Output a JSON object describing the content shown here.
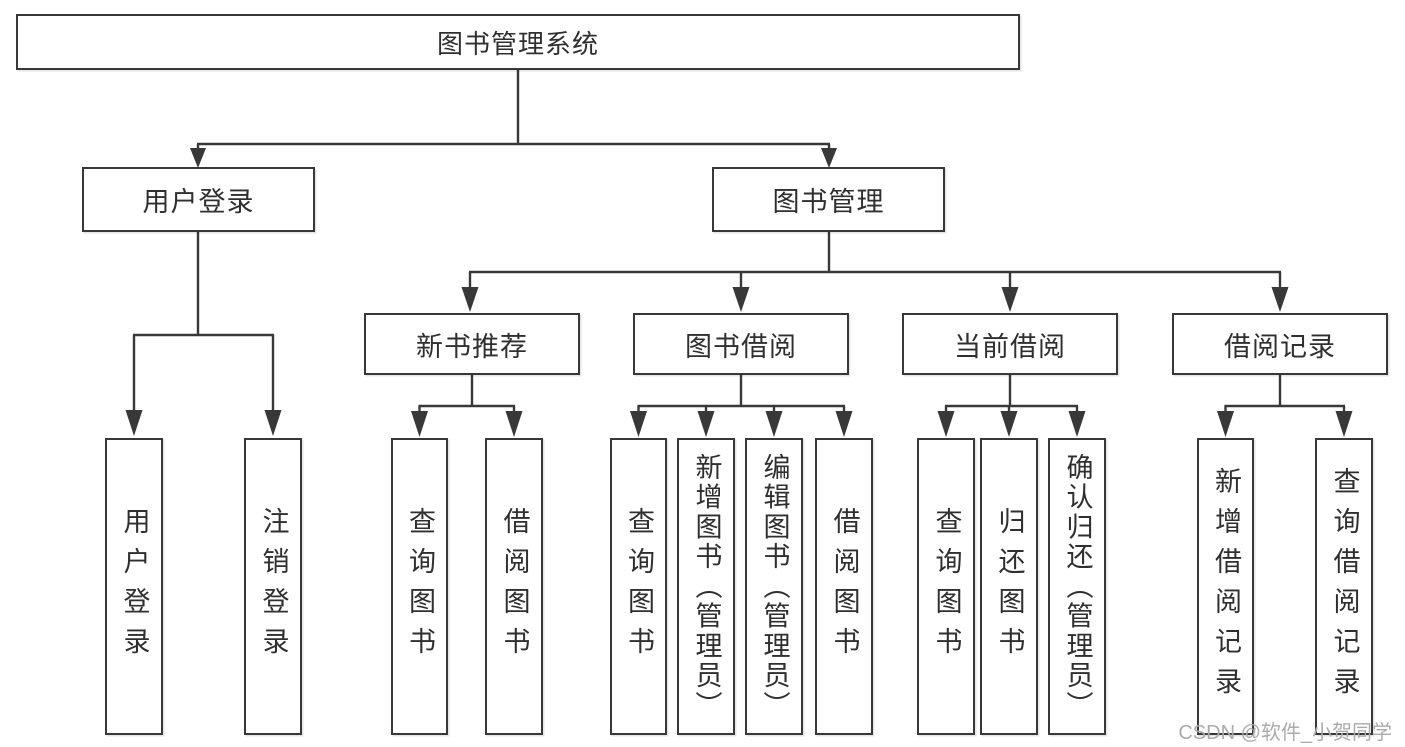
{
  "diagram": {
    "root": {
      "label": "图书管理系统",
      "children": [
        {
          "label": "用户登录",
          "children": [
            {
              "label": "用户登录"
            },
            {
              "label": "注销登录"
            }
          ]
        },
        {
          "label": "图书管理",
          "children": [
            {
              "label": "新书推荐",
              "children": [
                {
                  "label": "查询图书"
                },
                {
                  "label": "借阅图书"
                }
              ]
            },
            {
              "label": "图书借阅",
              "children": [
                {
                  "label": "查询图书"
                },
                {
                  "label": "新增图书（管理员）"
                },
                {
                  "label": "编辑图书（管理员）"
                },
                {
                  "label": "借阅图书"
                }
              ]
            },
            {
              "label": "当前借阅",
              "children": [
                {
                  "label": "查询图书"
                },
                {
                  "label": "归还图书"
                },
                {
                  "label": "确认归还（管理员）"
                }
              ]
            },
            {
              "label": "借阅记录",
              "children": [
                {
                  "label": "新增借阅记录"
                },
                {
                  "label": "查询借阅记录"
                }
              ]
            }
          ]
        }
      ]
    },
    "watermark": "CSDN @软件_小贺同学",
    "colors": {
      "line": "#383838",
      "text": "#2f2f2f",
      "watermark": "#ababab",
      "background": "#ffffff"
    }
  }
}
